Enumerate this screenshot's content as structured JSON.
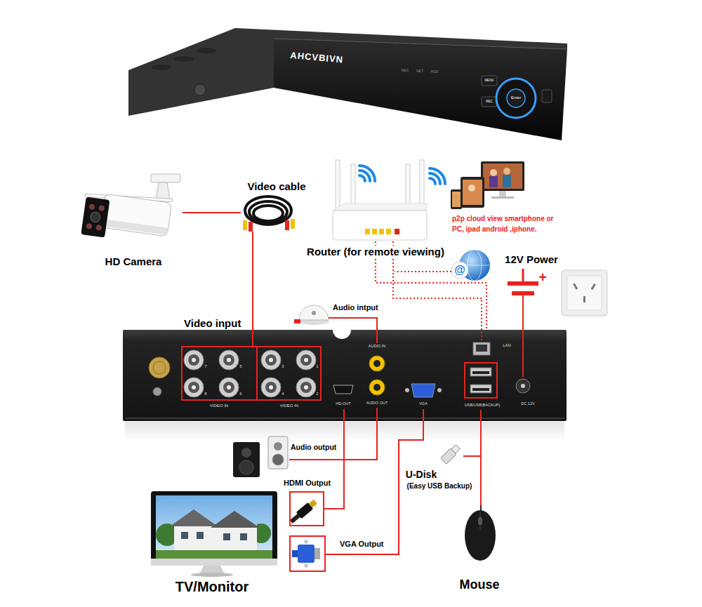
{
  "diagram": {
    "nodes": [
      {
        "text": [
          "HD Camera"
        ]
      },
      {
        "text": [
          "Video cable"
        ]
      },
      {
        "text": [
          "Router (for remote viewing)"
        ]
      },
      {
        "text": [
          "p2p cloud view smartphone or PC, ipad android ,iphone."
        ]
      },
      {
        "text": [
          "12V Power"
        ]
      },
      {
        "text": [
          "Video input",
          "VIDEO IN",
          "VIDEO IN"
        ]
      },
      {
        "text": [
          "AUDIO IN"
        ]
      },
      {
        "text": [
          "AUDIO OUT"
        ]
      },
      {
        "text": [
          "HD-OUT"
        ]
      },
      {
        "text": [
          "VGA"
        ]
      },
      {
        "text": [
          "LAN"
        ]
      },
      {
        "text": [
          "USB/USB(BACKUP)"
        ]
      },
      {
        "text": [
          "DC 12V"
        ]
      },
      {
        "text": [
          "Audio intput"
        ]
      },
      {
        "text": [
          "Audio output"
        ]
      },
      {
        "text": [
          "HDMI Output"
        ]
      },
      {
        "text": [
          "VGA Output"
        ]
      },
      {
        "text": [
          "TV/Monitor"
        ]
      },
      {
        "text": [
          "U-Disk",
          "(Easy USB Backup)"
        ]
      },
      {
        "text": [
          "Mouse"
        ]
      }
    ],
    "edges": [
      {
        "from": 0,
        "to": 1,
        "arrow": "none"
      },
      {
        "from": 1,
        "to": 5,
        "arrow": "none"
      },
      {
        "from": 13,
        "to": 6,
        "arrow": "none"
      },
      {
        "from": 7,
        "to": 14,
        "arrow": "none"
      },
      {
        "from": 8,
        "to": 15,
        "arrow": "none"
      },
      {
        "from": 9,
        "to": 16,
        "arrow": "none"
      },
      {
        "from": 2,
        "to": 10,
        "arrow": "none"
      },
      {
        "from": 4,
        "to": 12,
        "arrow": "none"
      },
      {
        "from": 11,
        "to": 18,
        "arrow": "none"
      },
      {
        "from": 11,
        "to": 19,
        "arrow": "none"
      }
    ],
    "labels": [
      "AHCVBIVN",
      "REC",
      "NET",
      "HDD",
      "MENU",
      "REC",
      "Enter",
      "7",
      "5",
      "3",
      "1",
      "8",
      "6",
      "4",
      "2",
      "@",
      "+"
    ]
  }
}
